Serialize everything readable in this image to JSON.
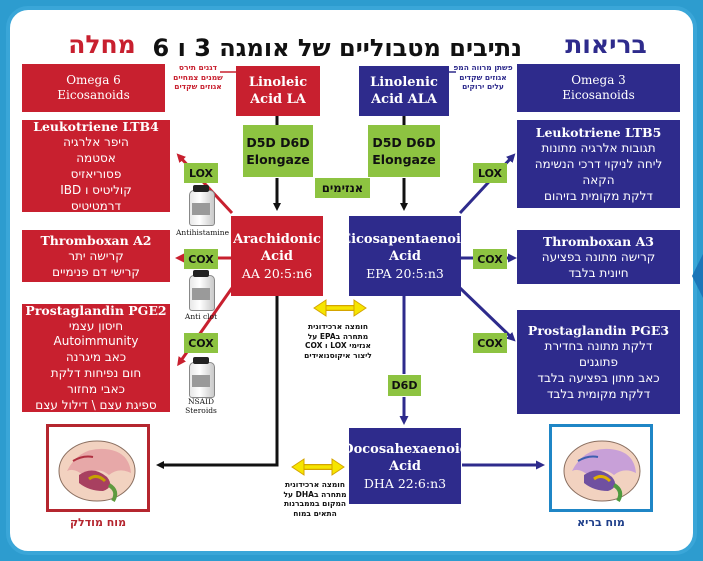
{
  "header": {
    "title": "נתיבים מטבוליים של אומגה 3 ו 6",
    "left_title": "מחלה",
    "right_title": "בריאות"
  },
  "omega6": {
    "line1": "Omega 6",
    "line2": "Eicosanoids"
  },
  "omega3": {
    "line1": "Omega 3",
    "line2": "Eicosanoids"
  },
  "linoleic": {
    "line1": "Linoleic",
    "line2": "Acid LA"
  },
  "linolenic": {
    "line1": "Linolenic",
    "line2": "Acid ALA"
  },
  "notes": {
    "la_sources": [
      "דגנים תירס",
      "שמנים צמחיים",
      "אגוזים שקדים"
    ],
    "ala_sources": [
      "פשתן מרווה המפ",
      "אגוזים שקדים",
      "עלים ירוקים"
    ],
    "epa_competition": [
      "חומצה ארכידונית",
      "מתחרה בEPA על",
      "אנזימי LOX ו COX",
      "ליצור איקוסנואידים"
    ],
    "dha_competition": [
      "חומצה ארכידונית",
      "מתחרה בDHA על",
      "המקום בממברנות",
      "התאים במוח"
    ]
  },
  "enzymes": {
    "d5d_left": {
      "line1": "D5D D6D",
      "line2": "Elongaze"
    },
    "d5d_right": {
      "line1": "D5D D6D",
      "line2": "Elongaze"
    },
    "label": "אנזימים",
    "lox_left": "LOX",
    "cox_left_1": "COX",
    "cox_left_2": "COX",
    "lox_right": "LOX",
    "cox_right_1": "COX",
    "cox_right_2": "COX",
    "d6d": "D6D"
  },
  "drugs": {
    "antihistamine": "Antihistamine",
    "anticlot": "Anti clot",
    "nsaid_1": "NSAID",
    "nsaid_2": "Steroids"
  },
  "arachidonic": {
    "line1": "Arachidonic",
    "line2": "Acid",
    "line3": "AA 20:5:n6"
  },
  "epa": {
    "line1": "Eicosapentaenoic",
    "line2": "Acid",
    "line3": "EPA 20:5:n3"
  },
  "dha": {
    "line1": "Docosahexaenoic",
    "line2": "Acid",
    "line3": "DHA 22:6:n3"
  },
  "left_boxes": {
    "ltb4": {
      "title": "Leukotriene LTB4",
      "lines": [
        "היפר אלרגיה",
        "אסטמה",
        "פסוריאזיס",
        "קוליטיס ו IBD",
        "דרמטיטיס"
      ]
    },
    "txa2": {
      "title": "Thromboxan A2",
      "lines": [
        "קרישה יתר",
        "קרישי דם פנימיים"
      ]
    },
    "pge2": {
      "title": "Prostaglandin PGE2",
      "lines": [
        "חיסון עצמי",
        "Autoimmunity",
        "כאב מיגרנה",
        "חום נפיחות דלקת",
        "כאבי מחזור",
        "ספיגת עצם \\ דילול עצם"
      ]
    }
  },
  "right_boxes": {
    "ltb5": {
      "title": "Leukotriene LTB5",
      "lines": [
        "תגובות אלרגיה מתונות",
        "ליחה לניקוי דרכי הנשימה",
        "הקאה",
        "דלקת מקומית בזיהום"
      ]
    },
    "txa3": {
      "title": "Thromboxan A3",
      "lines": [
        "קרישה מתונה בפציעה",
        "חיונית בלבד"
      ]
    },
    "pge3": {
      "title": "Prostaglandin PGE3",
      "lines": [
        "דלקת מתונה בחדירת",
        "פתוגנים",
        "כאב מתון בפציעה בלבד",
        "דלקת מקומית בלבד"
      ]
    }
  },
  "brain": {
    "left_label": "מוח מודלק",
    "right_label": "מוח בריא"
  },
  "colors": {
    "red": "#c8202f",
    "blue": "#2e2b8c",
    "green": "#8dc341",
    "frame": "#3aa6d8",
    "arrow_yellow": "#f6e500"
  }
}
